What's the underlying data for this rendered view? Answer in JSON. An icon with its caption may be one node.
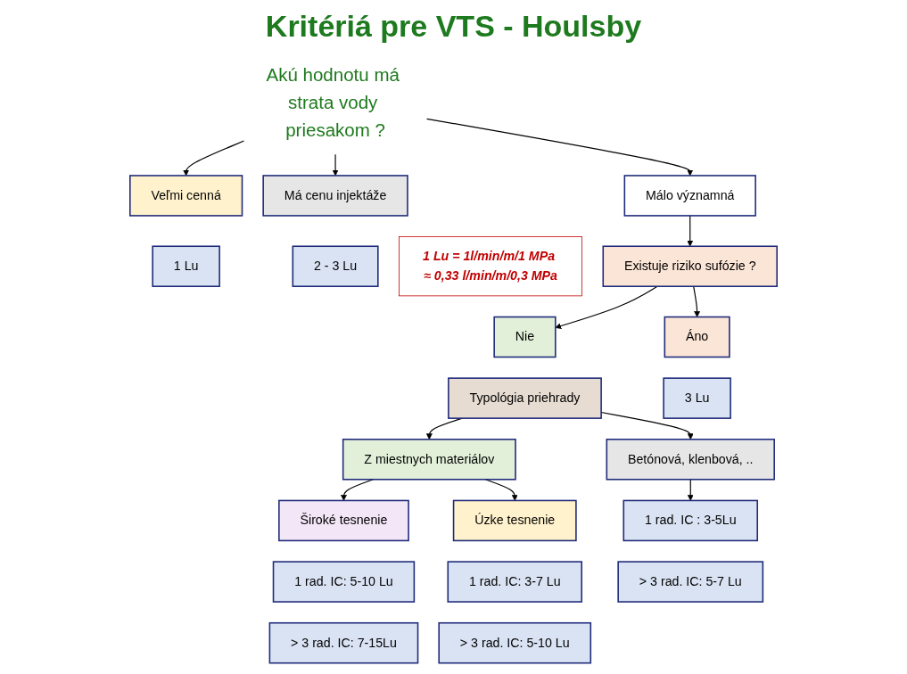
{
  "diagram": {
    "title": "Kritériá pre VTS - Houlsby",
    "nodes": [
      {
        "text": [
          "Akú hodnotu má strata vody priesakom ?"
        ]
      },
      {
        "text": [
          "Veľmi cenná"
        ]
      },
      {
        "text": [
          "Má cenu injektáže"
        ]
      },
      {
        "text": [
          "Málo významná"
        ]
      },
      {
        "text": [
          "1 Lu"
        ]
      },
      {
        "text": [
          "2 - 3 Lu"
        ]
      },
      {
        "text": [
          "Existuje riziko sufózie ?"
        ]
      },
      {
        "text": [
          "1 Lu = 1l/min/m/1 MPa ≈ 0,33 l/min/m/0,3 MPa"
        ]
      },
      {
        "text": [
          "Nie"
        ]
      },
      {
        "text": [
          "Áno"
        ]
      },
      {
        "text": [
          "Typológia priehrady"
        ]
      },
      {
        "text": [
          "3 Lu"
        ]
      },
      {
        "text": [
          "Z miestnych materiálov"
        ]
      },
      {
        "text": [
          "Betónová, klenbová, .."
        ]
      },
      {
        "text": [
          "Široké tesnenie"
        ]
      },
      {
        "text": [
          "Úzke tesnenie"
        ]
      },
      {
        "text": [
          "1 rad. IC: 5-10 Lu"
        ]
      },
      {
        "text": [
          "1 rad. IC: 3-7 Lu"
        ]
      },
      {
        "text": [
          "1 rad. IC : 3-5Lu"
        ]
      },
      {
        "text": [
          "> 3 rad. IC: 7-15Lu"
        ]
      },
      {
        "text": [
          "> 3 rad. IC: 5-10 Lu"
        ]
      },
      {
        "text": [
          "> 3 rad. IC: 5-7 Lu"
        ]
      }
    ],
    "edges": [
      {
        "from": 0,
        "to": 1,
        "arrow": "to"
      },
      {
        "from": 0,
        "to": 2,
        "arrow": "to"
      },
      {
        "from": 0,
        "to": 3,
        "arrow": "to"
      },
      {
        "from": 3,
        "to": 6,
        "arrow": "to"
      },
      {
        "from": 6,
        "to": 8,
        "arrow": "to"
      },
      {
        "from": 6,
        "to": 9,
        "arrow": "to"
      },
      {
        "from": 10,
        "to": 12,
        "arrow": "to"
      },
      {
        "from": 10,
        "to": 13,
        "arrow": "to"
      },
      {
        "from": 12,
        "to": 14,
        "arrow": "to"
      },
      {
        "from": 12,
        "to": 15,
        "arrow": "to"
      },
      {
        "from": 13,
        "to": 18,
        "arrow": "to"
      }
    ]
  }
}
